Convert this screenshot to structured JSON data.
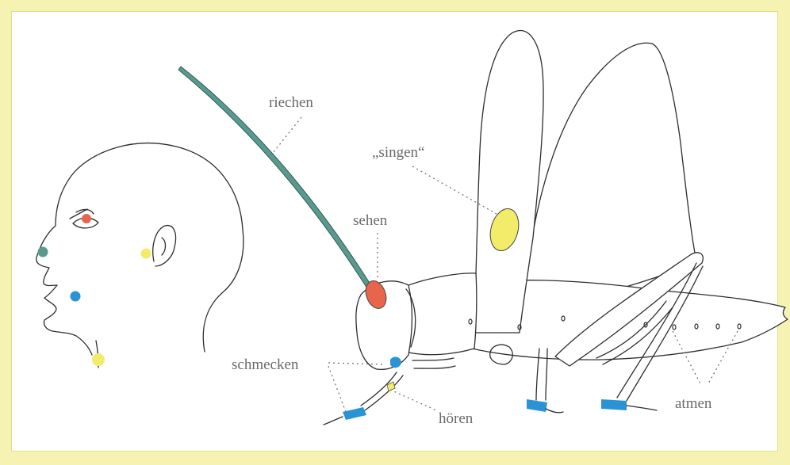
{
  "labels": {
    "riechen": "riechen",
    "singen": "„singen“",
    "sehen": "sehen",
    "schmecken": "schmecken",
    "hoeren": "hören",
    "atmen": "atmen"
  },
  "colors": {
    "frame_background": "#f6f3b2",
    "smell": "#5a9a8e",
    "see": "#e8654c",
    "taste": "#2a93d6",
    "hear": "#f3ec6a",
    "antenna": "#5a9a8e",
    "foot": "#2a93d6"
  }
}
